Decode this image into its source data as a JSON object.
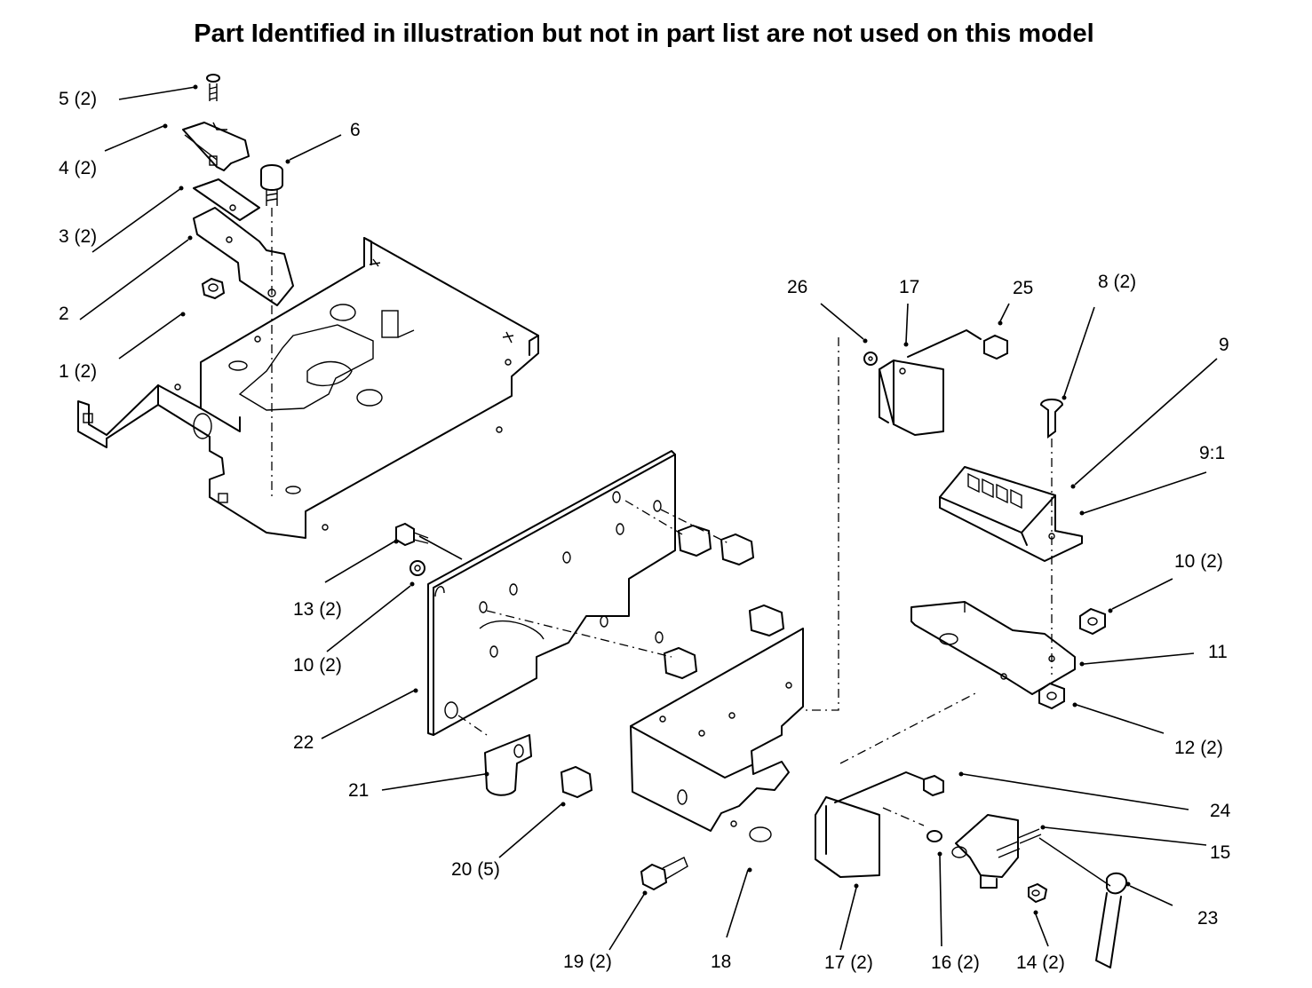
{
  "title": "Part Identified in illustration but not in part list are not used on this model",
  "callouts": {
    "c5": "5 (2)",
    "c4": "4 (2)",
    "c3": "3 (2)",
    "c2": "2",
    "c1": "1 (2)",
    "c6": "6",
    "c26": "26",
    "c17a": "17",
    "c25": "25",
    "c8": "8 (2)",
    "c9": "9",
    "c91": "9:1",
    "c10a": "10 (2)",
    "c11": "11",
    "c12": "12 (2)",
    "c13": "13 (2)",
    "c10b": "10 (2)",
    "c22": "22",
    "c21": "21",
    "c20": "20 (5)",
    "c19": "19 (2)",
    "c18": "18",
    "c17b": "17 (2)",
    "c16": "16 (2)",
    "c14": "14 (2)",
    "c23": "23",
    "c15": "15",
    "c24": "24"
  }
}
